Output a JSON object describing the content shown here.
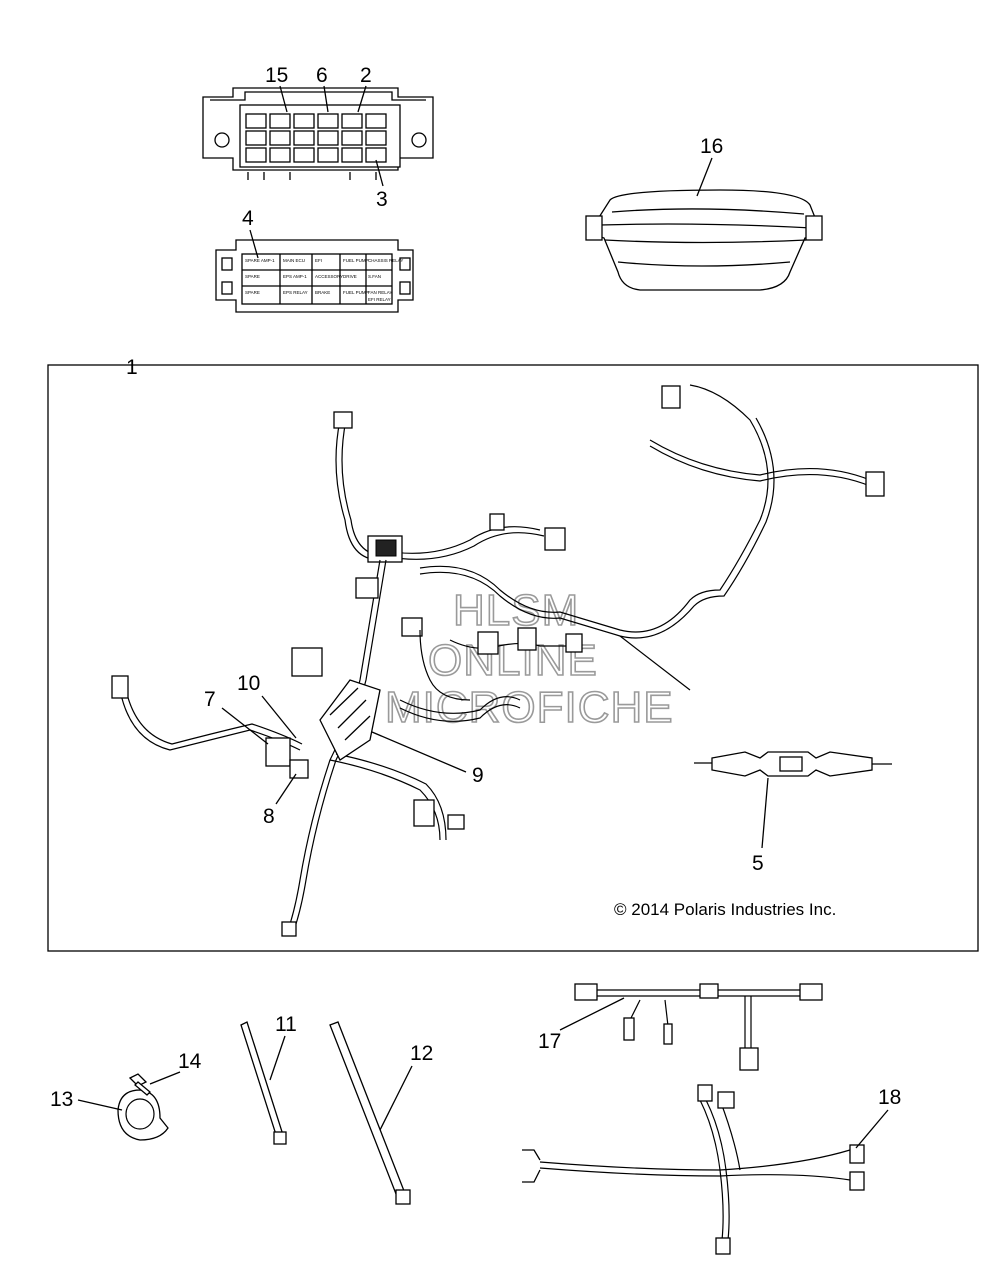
{
  "callouts": {
    "c1": "1",
    "c2": "2",
    "c3": "3",
    "c4": "4",
    "c5": "5",
    "c6": "6",
    "c7": "7",
    "c8": "8",
    "c9": "9",
    "c10": "10",
    "c11": "11",
    "c12": "12",
    "c13": "13",
    "c14": "14",
    "c15": "15",
    "c16": "16",
    "c17": "17",
    "c18": "18"
  },
  "copyright": "© 2014 Polaris Industries Inc.",
  "watermark": {
    "line1": "HLSM",
    "line2": "ONLINE",
    "line3": "MICROFICHE"
  },
  "fuse_labels": {
    "l1": "SPARE AMP-1",
    "l2": "MAIN ECU",
    "l3": "EFI",
    "l4": "FUEL PUMP",
    "l5": "CHASSIS RELAY",
    "l6": "SPARE",
    "l7": "EPS AMP-1",
    "l8": "ACCESSORY",
    "l9": "DRIVE",
    "l10": "S.FAN",
    "l11": "SPARE",
    "l12": "EPS RELAY",
    "l13": "BRAKE",
    "l14": "FUEL PUMP",
    "l15": "FAN RELAY",
    "l16": "EFI RELAY"
  }
}
